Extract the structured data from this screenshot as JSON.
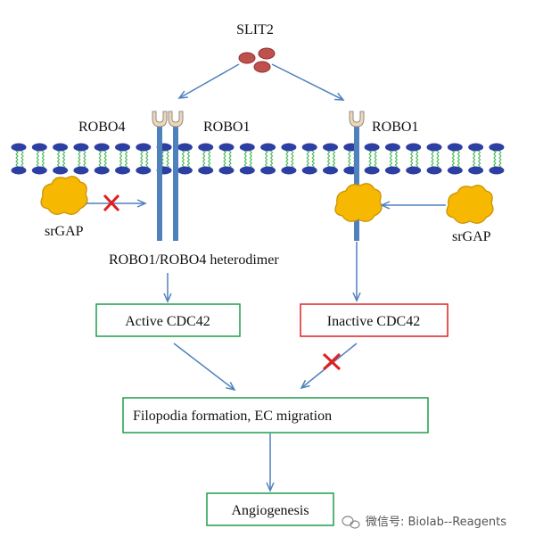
{
  "ligand": {
    "label": "SLIT2"
  },
  "receptors": {
    "left_robo4": "ROBO4",
    "left_robo1": "ROBO1",
    "right_robo1": "ROBO1"
  },
  "srgap": {
    "left": "srGAP",
    "right": "srGAP"
  },
  "heterodimer_label": "ROBO1/ROBO4 heterodimer",
  "boxes": {
    "active": "Active CDC42",
    "inactive": "Inactive CDC42",
    "filopodia": "Filopodia formation, EC migration",
    "angiogenesis": "Angiogenesis"
  },
  "watermark": "微信号: Biolab--Reagents",
  "colors": {
    "ligand": "#c0504d",
    "receptor": "#4f81bd",
    "srgap": "#f6b800",
    "membrane_head": "#2e3fa3",
    "membrane_tail": "#3ab54a",
    "arrow": "#4f81bd",
    "active_box": "#1f9e4a",
    "inactive_box": "#e02020",
    "block_mark": "#e02020"
  }
}
